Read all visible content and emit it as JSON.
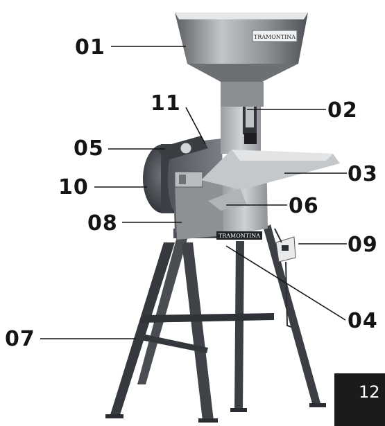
{
  "callouts": {
    "c01": "01",
    "c02": "02",
    "c03": "03",
    "c04": "04",
    "c05": "05",
    "c06": "06",
    "c07": "07",
    "c08": "08",
    "c09": "09",
    "c10": "10",
    "c11": "11"
  },
  "brand_labels": {
    "hopper": "TRAMONTINA",
    "body": "TRAMONTINA"
  },
  "page": {
    "number": "12"
  },
  "colors": {
    "callout_text": "#141414",
    "page_tab": "#1b1b1b",
    "frame": "#3b3f44",
    "steel": "#a9acb0"
  }
}
